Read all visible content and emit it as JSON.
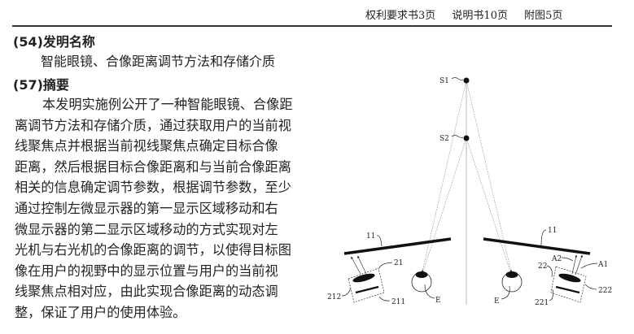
{
  "header": {
    "claims_pages": "权利要求书3页",
    "description_pages": "说明书10页",
    "drawings_pages": "附图5页"
  },
  "invention_title_section": {
    "label": "(54)发明名称",
    "title": "智能眼镜、合像距离调节方法和存储介质"
  },
  "abstract_section": {
    "label": "(57)摘要",
    "lines": [
      "本发明实施例公开了一种智能眼镜、合像距",
      "离调节方法和存储介质，通过获取用户的当前视",
      "线聚焦点并根据当前视线聚焦点确定目标合像",
      "距离，然后根据目标合像距离和与当前合像距离",
      "相关的信息确定调节参数，根据调节参数，至少",
      "通过控制左微显示器的第一显示区域移动和右",
      "微显示器的第二显示区域移动的方式实现对左",
      "光机与右光机的合像距离的调节，以使得目标图",
      "像在用户的视野中的显示位置与用户的当前视",
      "线聚焦点相对应，由此实现合像距离的动态调",
      "整，保证了用户的使用体验。"
    ]
  },
  "figure": {
    "labels": {
      "s1": "S1",
      "s2": "S2",
      "lens_left": "11",
      "lens_right": "11",
      "left_module": "21",
      "left_lens_part": "212",
      "left_display": "211",
      "right_module": "22",
      "right_lens_part": "222",
      "right_display": "221",
      "a1": "A1",
      "a2": "A2",
      "eye_left": "E",
      "eye_right": "E"
    }
  }
}
